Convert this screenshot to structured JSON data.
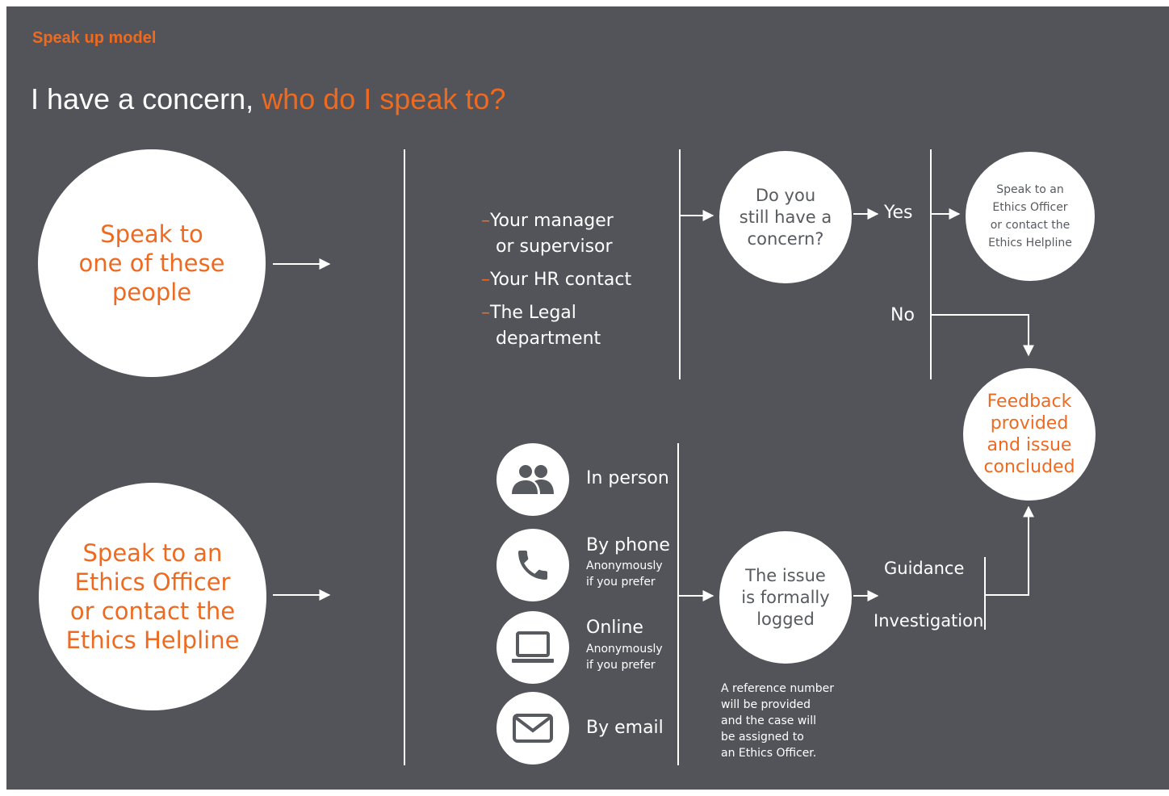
{
  "header": {
    "section_label": "Speak up model",
    "title_plain": "I have a concern,",
    "title_accent": "who do I speak to?"
  },
  "left": {
    "option1": [
      "Speak to",
      "one of these",
      "people"
    ],
    "option2": [
      "Speak to an",
      "Ethics Officer",
      "or contact the",
      "Ethics Helpline"
    ]
  },
  "people_list": {
    "bullet": "–",
    "items": [
      [
        "Your manager",
        "or supervisor"
      ],
      [
        "Your HR contact"
      ],
      [
        "The Legal",
        "department"
      ]
    ]
  },
  "channels": [
    {
      "icon": "people-icon",
      "label": "In person",
      "note": []
    },
    {
      "icon": "phone-icon",
      "label": "By phone",
      "note": [
        "Anonymously",
        "if you prefer"
      ]
    },
    {
      "icon": "laptop-icon",
      "label": "Online",
      "note": [
        "Anonymously",
        "if you prefer"
      ]
    },
    {
      "icon": "email-icon",
      "label": "By email",
      "note": []
    }
  ],
  "flow": {
    "question": [
      "Do you",
      "still have a",
      "concern?"
    ],
    "yes": "Yes",
    "no": "No",
    "ethics": [
      "Speak to an",
      "Ethics Officer",
      "or contact the",
      "Ethics Helpline"
    ],
    "logged": [
      "The issue",
      "is formally",
      "logged"
    ],
    "guidance": "Guidance",
    "investigation": "Investigation",
    "feedback": [
      "Feedback",
      "provided",
      "and issue",
      "concluded"
    ],
    "reference_note": [
      "A reference number",
      "will be provided",
      "and the case will",
      "be assigned to",
      "an Ethics Officer."
    ]
  },
  "colors": {
    "background": "#52545a",
    "accent": "#ee6a20",
    "white": "#ffffff"
  }
}
